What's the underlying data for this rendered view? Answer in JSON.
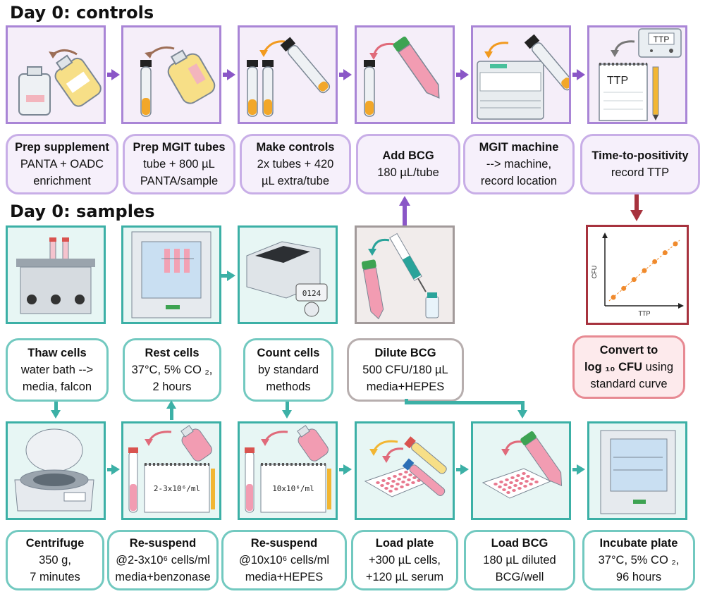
{
  "sections": {
    "controls_title": "Day 0: controls",
    "samples_title": "Day 0: samples"
  },
  "colors": {
    "controls": "#a985d6",
    "samples": "#3cb0a6",
    "dilute": "#a29a9a",
    "convert": "#a7323e"
  },
  "controls_steps": [
    {
      "title": "Prep supplement",
      "lines": [
        "PANTA + OADC",
        "enrichment"
      ]
    },
    {
      "title": "Prep MGIT tubes",
      "lines": [
        "tube + 800 µL",
        "PANTA/sample"
      ]
    },
    {
      "title": "Make controls",
      "lines": [
        "2x tubes + 420",
        "µL extra/tube"
      ]
    },
    {
      "title": "Add BCG",
      "lines": [
        "180 µL/tube"
      ]
    },
    {
      "title": "MGIT machine",
      "lines": [
        "--> machine,",
        "record location"
      ]
    },
    {
      "title": "Time-to-positivity",
      "lines": [
        "record TTP"
      ]
    }
  ],
  "sample_steps_top": [
    {
      "title": "Thaw cells",
      "lines": [
        "water bath -->",
        "media, falcon"
      ]
    },
    {
      "title": "Rest cells",
      "lines": [
        "37°C, 5% CO ₂,",
        "2 hours"
      ]
    },
    {
      "title": "Count cells",
      "lines": [
        "by standard",
        "methods"
      ]
    },
    {
      "title": "Dilute BCG",
      "lines": [
        "500 CFU/180 µL",
        "media+HEPES"
      ]
    }
  ],
  "convert": {
    "title": "Convert to",
    "line2_prefix": "log ₁₀ CFU",
    "line2_suffix": " using",
    "line3": "standard curve"
  },
  "sample_steps_bottom": [
    {
      "title": "Centrifuge",
      "lines": [
        "350 g,",
        "7 minutes"
      ]
    },
    {
      "title": "Re-suspend",
      "lines": [
        "@2-3x10⁶ cells/ml",
        "media+benzonase"
      ]
    },
    {
      "title": "Re-suspend",
      "lines": [
        "@10x10⁶ cells/ml",
        "media+HEPES"
      ]
    },
    {
      "title": "Load plate",
      "lines": [
        "+300 µL cells,",
        "+120 µL serum"
      ]
    },
    {
      "title": "Load BCG",
      "lines": [
        "180 µL diluted",
        "BCG/well"
      ]
    },
    {
      "title": "Incubate plate",
      "lines": [
        "37°C, 5% CO ₂,",
        "96 hours"
      ]
    }
  ],
  "image_text": {
    "ttp_display": "TTP",
    "ttp_notebook": "TTP",
    "counter_digits": "0124",
    "notepad_1": "2-3x10⁶/ml",
    "notepad_2": "10x10⁶/ml",
    "graph_ylabel": "CFU",
    "graph_xlabel": "TTP"
  },
  "chart_data": {
    "type": "scatter",
    "x": [
      1,
      2,
      3,
      4,
      5,
      6,
      7
    ],
    "y": [
      1,
      2,
      3,
      4,
      5,
      6,
      7
    ],
    "xlabel": "TTP",
    "ylabel": "CFU",
    "trendline": true
  },
  "icons": [
    "supplement-bottle-icon",
    "mgit-tube-icon",
    "falcon-tube-icon",
    "mgit-machine-icon",
    "timer-icon",
    "notebook-icon",
    "water-bath-icon",
    "incubator-icon",
    "cell-counter-icon",
    "syringe-icon",
    "vial-icon",
    "centrifuge-icon",
    "well-plate-icon"
  ]
}
